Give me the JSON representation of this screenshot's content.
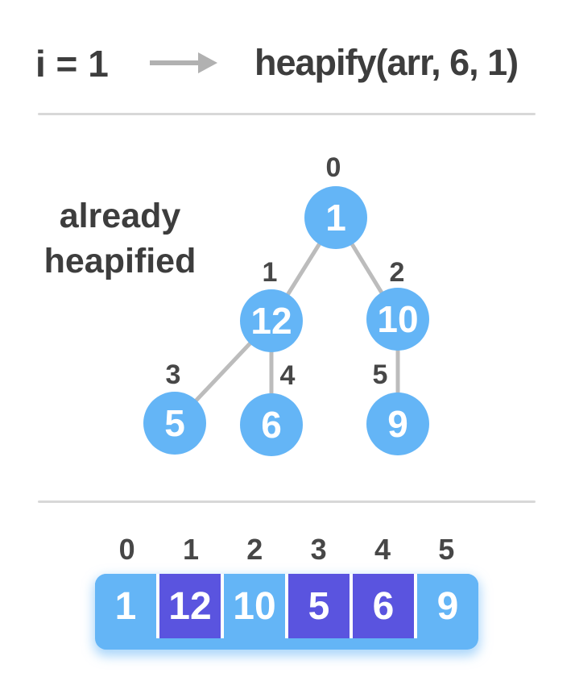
{
  "header": {
    "iterator": "i = 1",
    "call": "heapify(arr, 6, 1)",
    "arrow_icon": "right-arrow"
  },
  "annotation": {
    "label": "already heapified"
  },
  "tree": {
    "nodes": [
      {
        "index": "0",
        "value": "1"
      },
      {
        "index": "1",
        "value": "12"
      },
      {
        "index": "2",
        "value": "10"
      },
      {
        "index": "3",
        "value": "5"
      },
      {
        "index": "4",
        "value": "6"
      },
      {
        "index": "5",
        "value": "9"
      }
    ],
    "edges": [
      [
        "0",
        "1"
      ],
      [
        "0",
        "2"
      ],
      [
        "1",
        "3"
      ],
      [
        "1",
        "4"
      ],
      [
        "2",
        "5"
      ]
    ]
  },
  "array": {
    "cells": [
      {
        "index": "0",
        "value": "1",
        "highlighted": false
      },
      {
        "index": "1",
        "value": "12",
        "highlighted": true
      },
      {
        "index": "2",
        "value": "10",
        "highlighted": false
      },
      {
        "index": "3",
        "value": "5",
        "highlighted": true
      },
      {
        "index": "4",
        "value": "6",
        "highlighted": true
      },
      {
        "index": "5",
        "value": "9",
        "highlighted": false
      }
    ]
  },
  "colors": {
    "node_blue": "#64b5f6",
    "highlight_purple": "#5a54df",
    "text_dark": "#3d3d3d",
    "index_gray": "#474747",
    "edge_gray": "#bcbcbc",
    "divider_gray": "#d8d8d8",
    "arrow_gray": "#b1b1b1",
    "cell_text": "#ffffff",
    "background": "#ffffff"
  }
}
